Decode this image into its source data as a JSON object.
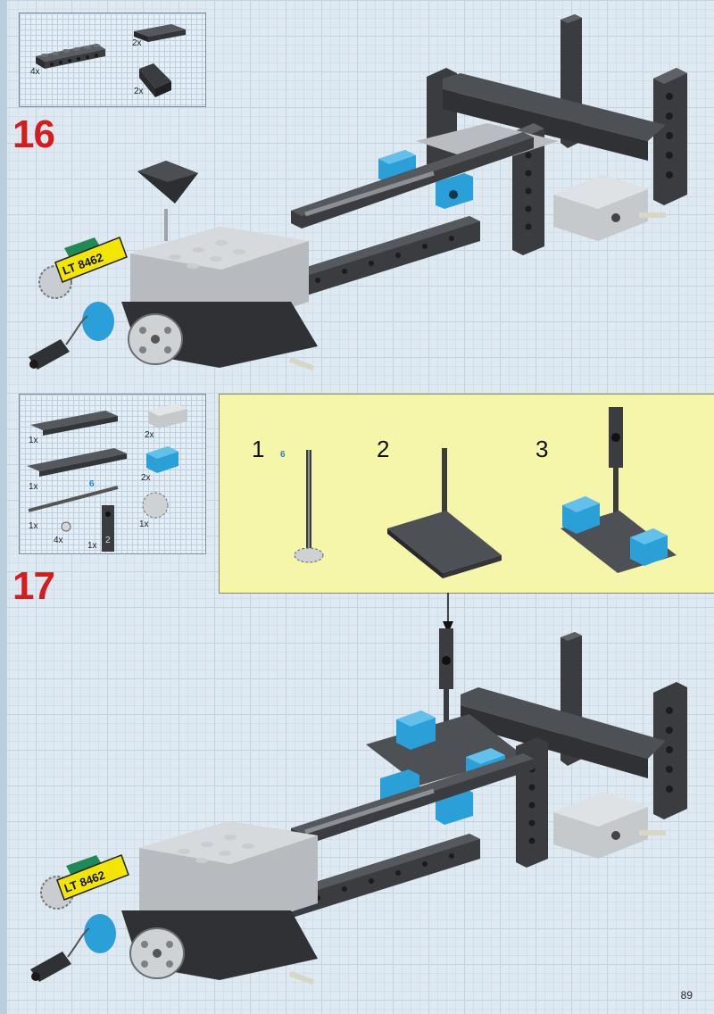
{
  "step16": {
    "number": "16",
    "parts": [
      {
        "qty": "4x",
        "name": "black beam with holes"
      },
      {
        "qty": "2x",
        "name": "black plate 2x4"
      },
      {
        "qty": "2x",
        "name": "black slope"
      }
    ],
    "license_plate": "LT 8462"
  },
  "step17": {
    "number": "17",
    "parts": [
      {
        "qty": "1x",
        "name": "black plate 2x8 long"
      },
      {
        "qty": "2x",
        "name": "light gray brick"
      },
      {
        "qty": "1x",
        "name": "black plate long"
      },
      {
        "qty": "2x",
        "name": "blue brick with hole"
      },
      {
        "qty": "1x",
        "name": "axle",
        "label": "6"
      },
      {
        "qty": "4x",
        "name": "round stud"
      },
      {
        "qty": "1x",
        "name": "connector",
        "label": "2"
      },
      {
        "qty": "1x",
        "name": "gear"
      }
    ],
    "substeps": [
      "1",
      "2",
      "3"
    ],
    "axle_label": "6",
    "connector_label": "2",
    "license_plate": "LT 8462"
  },
  "page_number": "89",
  "colors": {
    "step_red": "#d41d1d",
    "substep_yellow": "#f6f6ab",
    "brick_black": "#3a3c40",
    "brick_blue": "#2a9fd8",
    "brick_gray": "#c5c9cc",
    "plate_yellow": "#f2e600"
  }
}
